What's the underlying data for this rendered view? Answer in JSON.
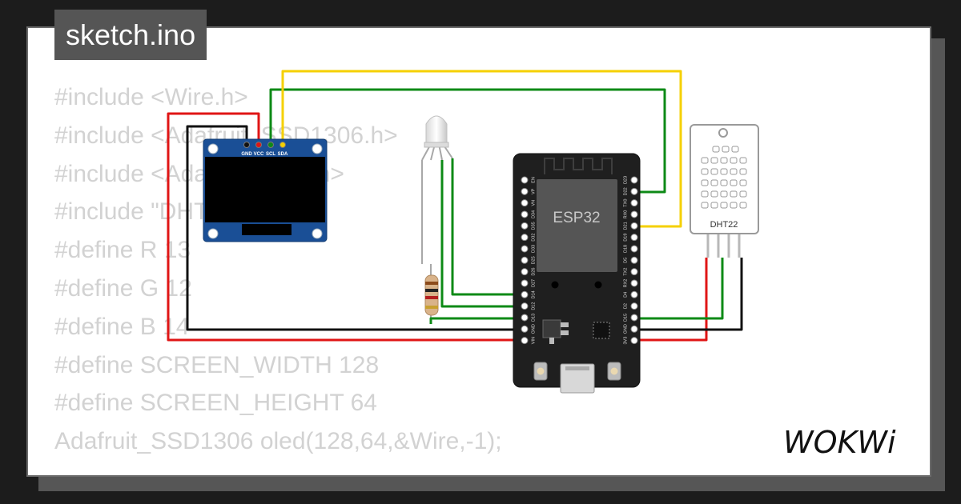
{
  "file": {
    "name": "sketch.ino"
  },
  "code_lines": [
    "#include <Wire.h>",
    "#include <Adafruit_SSD1306.h>",
    "#include <Adafruit_GFX.h>",
    "#include \"DHT.h\"",
    "#define R 13",
    "#define G 12",
    "#define B 14",
    "#define SCREEN_WIDTH 128",
    "#define SCREEN_HEIGHT 64",
    "Adafruit_SSD1306 oled(128,64,&Wire,-1);"
  ],
  "oled": {
    "pins": [
      "GND",
      "VCC",
      "SCL",
      "SDA"
    ]
  },
  "esp32": {
    "label": "ESP32",
    "left_pins": [
      "EN",
      "VP",
      "VN",
      "D34",
      "D35",
      "D32",
      "D33",
      "D25",
      "D26",
      "D27",
      "D14",
      "D12",
      "D13",
      "GND",
      "VIN"
    ],
    "right_pins": [
      "D23",
      "D22",
      "TX0",
      "RX0",
      "D21",
      "D19",
      "D18",
      "D5",
      "TX2",
      "RX2",
      "D4",
      "D2",
      "D15",
      "GND",
      "3V3"
    ]
  },
  "dht": {
    "label": "DHT22"
  },
  "brand": {
    "name": "WOKWi"
  },
  "colors": {
    "wire_red": "#e01515",
    "wire_black": "#111111",
    "wire_green": "#0d8a16",
    "wire_yellow": "#f5d000",
    "oled_board": "#1a4f96",
    "esp_board": "#1f1f1f"
  }
}
